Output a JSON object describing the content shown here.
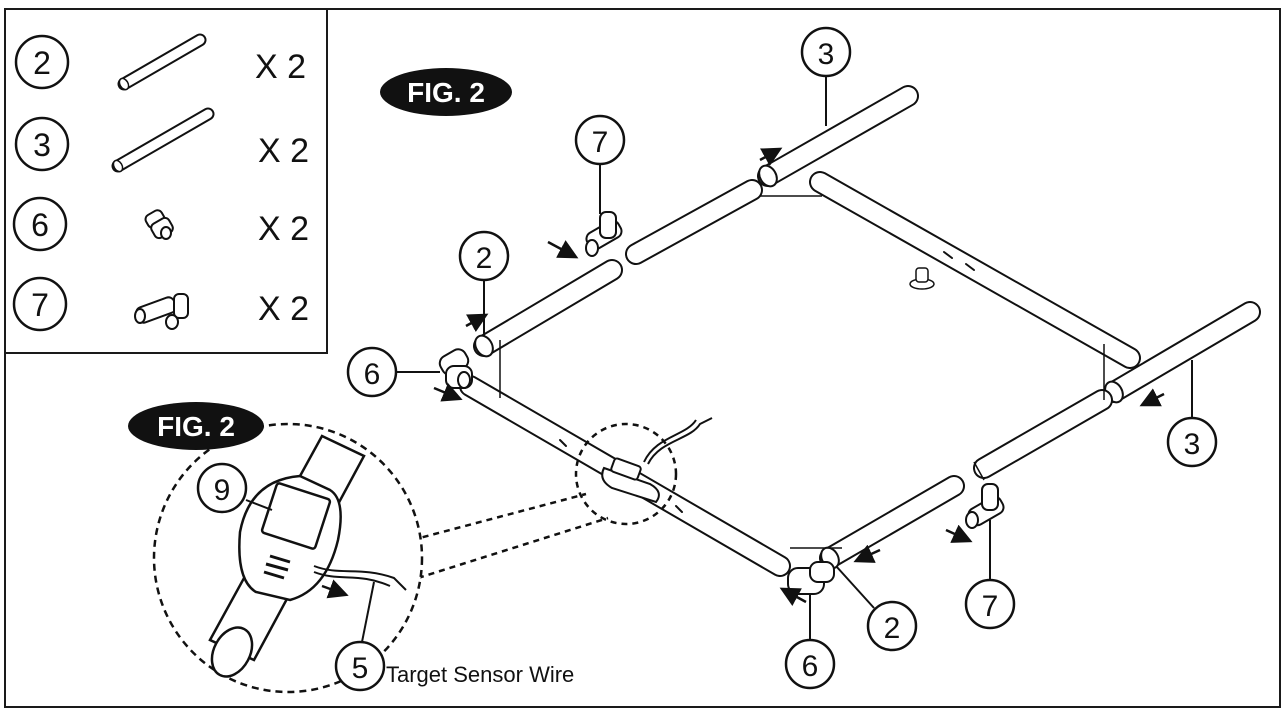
{
  "figure": {
    "badge_main": "FIG. 2",
    "badge_inset": "FIG. 2",
    "wire_label": "Target Sensor Wire",
    "colors": {
      "ink": "#111111",
      "badge": "#111111",
      "tube_fill": "#ffffff"
    }
  },
  "parts_list": [
    {
      "number": "2",
      "qty": "X 2",
      "icon": "short-tube-icon"
    },
    {
      "number": "3",
      "qty": "X 2",
      "icon": "long-tube-icon"
    },
    {
      "number": "6",
      "qty": "X 2",
      "icon": "elbow-connector-icon"
    },
    {
      "number": "7",
      "qty": "X 2",
      "icon": "tee-connector-icon"
    }
  ],
  "callouts": {
    "part_3_top": "3",
    "part_7_top": "7",
    "part_2_left": "2",
    "part_6_left": "6",
    "part_3_right": "3",
    "part_7_right": "7",
    "part_2_bottom": "2",
    "part_6_bottom": "6",
    "part_9_inset": "9",
    "part_5_inset": "5"
  }
}
